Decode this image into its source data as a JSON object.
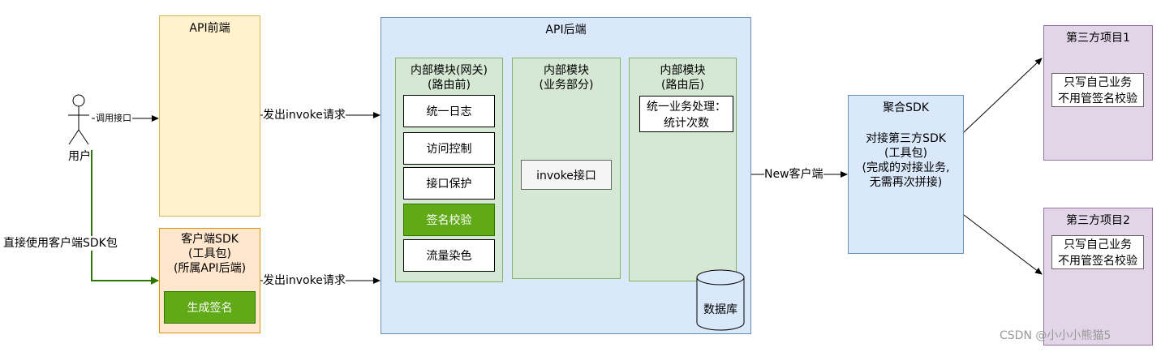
{
  "user": {
    "label": "用户"
  },
  "edges": {
    "call_api": "调用接口",
    "invoke_top": "发出invoke请求",
    "invoke_bottom": "发出invoke请求",
    "direct_sdk": "直接使用客户端SDK包",
    "new_client": "New客户端"
  },
  "api_frontend": {
    "title": "API前端"
  },
  "client_sdk": {
    "title_lines": [
      "客户端SDK",
      "(工具包)",
      "(所属API后端)"
    ],
    "generate_sign": "生成签名"
  },
  "api_backend": {
    "title": "API后端",
    "gateway": {
      "title_lines": [
        "内部模块(网关)",
        "(路由前)"
      ],
      "items": [
        "统一日志",
        "访问控制",
        "接口保护",
        "签名校验",
        "流量染色"
      ]
    },
    "business": {
      "title_lines": [
        "内部模块",
        "(业务部分)"
      ],
      "invoke_api": "invoke接口"
    },
    "after_route": {
      "title_lines": [
        "内部模块",
        "(路由后)"
      ],
      "unified_lines": [
        "统一业务处理：",
        "统计次数"
      ]
    },
    "database": "数据库"
  },
  "aggregate_sdk": {
    "title": "聚合SDK",
    "desc_lines": [
      "对接第三方SDK",
      "(工具包)",
      "(完成的对接业务,",
      "无需再次拼接)"
    ]
  },
  "third_party": [
    {
      "title": "第三方项目1",
      "note_lines": [
        "只写自己业务",
        "不用管签名校验"
      ]
    },
    {
      "title": "第三方项目2",
      "note_lines": [
        "只写自己业务",
        "不用管签名校验"
      ]
    }
  ],
  "watermark": "CSDN @小小小熊猫5",
  "colors": {
    "frontend_fill": "#fff2cc",
    "frontend_stroke": "#d6b656",
    "sdk_fill": "#ffe6cc",
    "sdk_stroke": "#d79b00",
    "backend_fill": "#dae8fc",
    "backend_stroke": "#6c8ebf",
    "module_fill": "#d5e8d4",
    "module_stroke": "#82b366",
    "green_button": "#60a917",
    "third_fill": "#e1d5e7",
    "third_stroke": "#9673a6",
    "green_line": "#2d7600"
  }
}
